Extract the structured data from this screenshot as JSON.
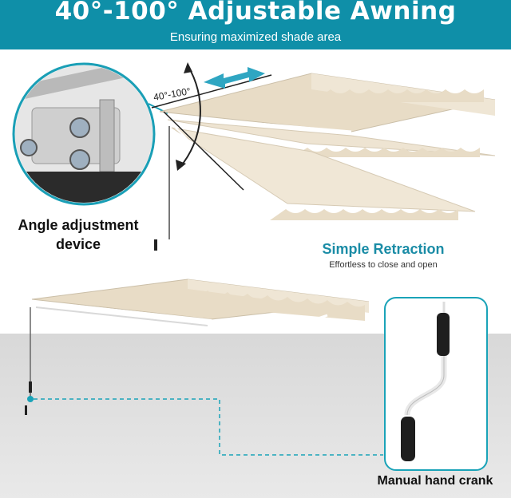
{
  "header": {
    "title": "40°-100° Adjustable Awning",
    "subtitle": "Ensuring maximized shade area"
  },
  "labels": {
    "angle_adjustment": "Angle adjustment device",
    "angle_range": "40°-100°",
    "retraction_title": "Simple Retraction",
    "retraction_subtitle": "Effortless to close and open",
    "crank": "Manual hand crank"
  },
  "colors": {
    "brand": "#0f8fa8",
    "fabric": "#e8dcc6",
    "dashed_line": "#1aa3b8"
  }
}
